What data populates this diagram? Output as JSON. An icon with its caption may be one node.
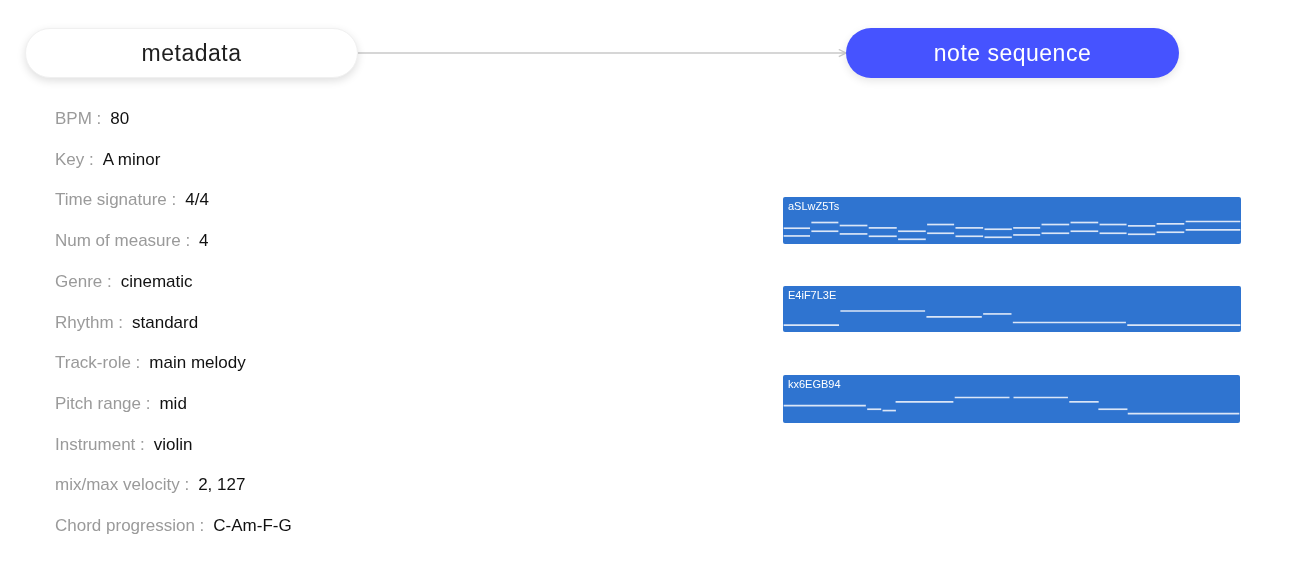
{
  "diagram": {
    "nodes": [
      {
        "text": [
          "metadata"
        ]
      },
      {
        "text": [
          "note sequence"
        ]
      },
      {
        "text": [
          "aSLwZ5Ts"
        ]
      },
      {
        "text": [
          "E4iF7L3E"
        ]
      },
      {
        "text": [
          "kx6EGB94"
        ]
      }
    ],
    "edges": [
      {
        "from": 0,
        "to": 1,
        "arrow": "to"
      }
    ],
    "labels": [
      "BPM :",
      "80",
      "Key :",
      "A minor",
      "Time signature :",
      "4/4",
      "Num of measure :",
      "4",
      "Genre :",
      "cinematic",
      "Rhythm :",
      "standard",
      "Track-role :",
      "main melody",
      "Pitch range :",
      "mid",
      "Instrument :",
      "violin",
      "mix/max velocity :",
      "2, 127",
      "Chord progression :",
      "C-Am-F-G"
    ]
  }
}
